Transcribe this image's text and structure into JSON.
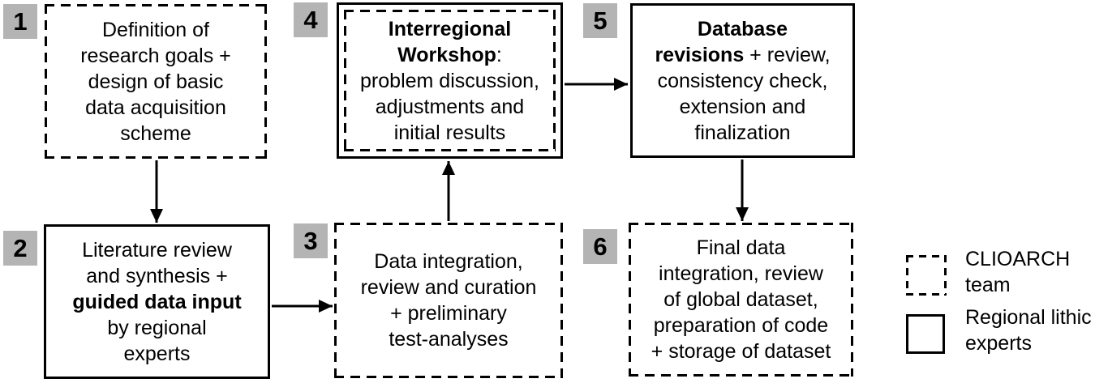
{
  "diagram": {
    "colors": {
      "badge_background": "#b4b4b4",
      "line": "#000000",
      "background": "#ffffff"
    },
    "steps": [
      {
        "number": "1",
        "border": "dashed",
        "team": "CLIOARCH team",
        "lines": [
          [
            {
              "text": "Definition of",
              "bold": false
            }
          ],
          [
            {
              "text": "research goals +",
              "bold": false
            }
          ],
          [
            {
              "text": "design of basic",
              "bold": false
            }
          ],
          [
            {
              "text": "data acquisition",
              "bold": false
            }
          ],
          [
            {
              "text": "scheme",
              "bold": false
            }
          ]
        ]
      },
      {
        "number": "2",
        "border": "solid",
        "team": "Regional lithic experts",
        "lines": [
          [
            {
              "text": "Literature review",
              "bold": false
            }
          ],
          [
            {
              "text": "and synthesis +",
              "bold": false
            }
          ],
          [
            {
              "text": "guided data input",
              "bold": true
            }
          ],
          [
            {
              "text": "by regional",
              "bold": false
            }
          ],
          [
            {
              "text": "experts",
              "bold": false
            }
          ]
        ]
      },
      {
        "number": "3",
        "border": "dashed",
        "team": "CLIOARCH team",
        "lines": [
          [
            {
              "text": "Data integration,",
              "bold": false
            }
          ],
          [
            {
              "text": "review and curation",
              "bold": false
            }
          ],
          [
            {
              "text": "+ preliminary",
              "bold": false
            }
          ],
          [
            {
              "text": "test-analyses",
              "bold": false
            }
          ]
        ]
      },
      {
        "number": "4",
        "border": "solid-with-dashed-inner",
        "team": "CLIOARCH team + Regional lithic experts",
        "lines": [
          [
            {
              "text": "Interregional",
              "bold": true
            }
          ],
          [
            {
              "text": "Workshop",
              "bold": true
            },
            {
              "text": ":",
              "bold": false
            }
          ],
          [
            {
              "text": "problem discussion,",
              "bold": false
            }
          ],
          [
            {
              "text": "adjustments and",
              "bold": false
            }
          ],
          [
            {
              "text": "initial results",
              "bold": false
            }
          ]
        ]
      },
      {
        "number": "5",
        "border": "solid",
        "team": "Regional lithic experts",
        "lines": [
          [
            {
              "text": "Database",
              "bold": true
            }
          ],
          [
            {
              "text": "revisions",
              "bold": true
            },
            {
              "text": " + review,",
              "bold": false
            }
          ],
          [
            {
              "text": "consistency check,",
              "bold": false
            }
          ],
          [
            {
              "text": "extension and",
              "bold": false
            }
          ],
          [
            {
              "text": "finalization",
              "bold": false
            }
          ]
        ]
      },
      {
        "number": "6",
        "border": "dashed",
        "team": "CLIOARCH team",
        "lines": [
          [
            {
              "text": "Final data",
              "bold": false
            }
          ],
          [
            {
              "text": "integration, review",
              "bold": false
            }
          ],
          [
            {
              "text": "of global dataset,",
              "bold": false
            }
          ],
          [
            {
              "text": "preparation of code",
              "bold": false
            }
          ],
          [
            {
              "text": "+ storage of dataset",
              "bold": false
            }
          ]
        ]
      }
    ],
    "connections": [
      {
        "from": "1",
        "to": "2"
      },
      {
        "from": "2",
        "to": "3"
      },
      {
        "from": "3",
        "to": "4"
      },
      {
        "from": "4",
        "to": "5"
      },
      {
        "from": "5",
        "to": "6"
      }
    ],
    "legend": [
      {
        "swatch": "dashed",
        "label": "CLIOARCH team",
        "lines": [
          [
            {
              "text": "CLIOARCH",
              "bold": false
            }
          ],
          [
            {
              "text": "team",
              "bold": false
            }
          ]
        ]
      },
      {
        "swatch": "solid",
        "label": "Regional lithic experts",
        "lines": [
          [
            {
              "text": "Regional lithic",
              "bold": false
            }
          ],
          [
            {
              "text": "experts",
              "bold": false
            }
          ]
        ]
      }
    ]
  }
}
